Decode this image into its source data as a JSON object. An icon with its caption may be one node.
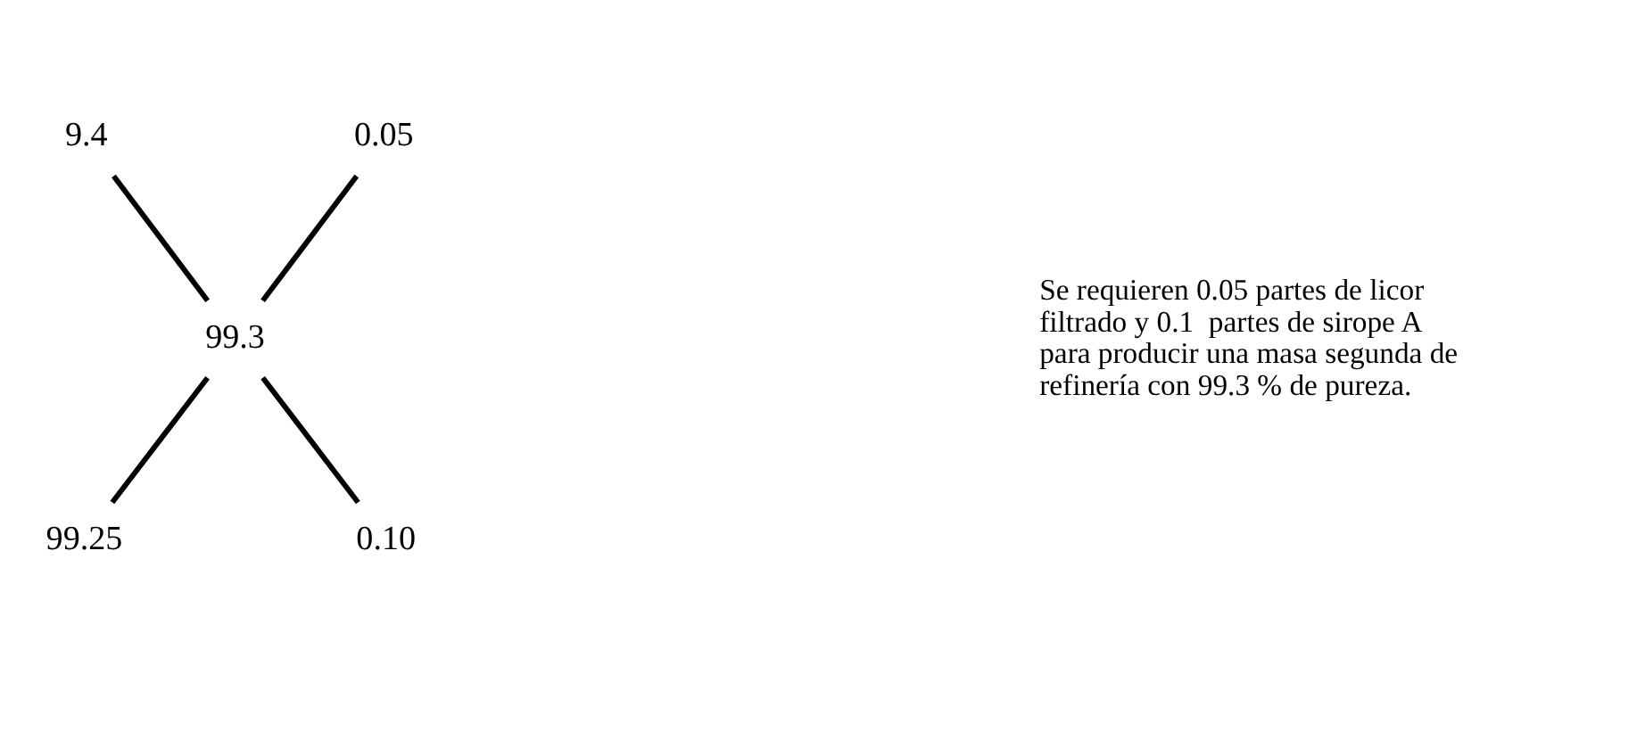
{
  "diagram": {
    "nodes": [
      {
        "text": [
          "9.4"
        ]
      },
      {
        "text": [
          "0.05"
        ]
      },
      {
        "text": [
          "99.3"
        ]
      },
      {
        "text": [
          "99.25"
        ]
      },
      {
        "text": [
          "0.10"
        ]
      }
    ],
    "edges": [
      {
        "from": 0,
        "to": 2,
        "arrow": "none"
      },
      {
        "from": 1,
        "to": 2,
        "arrow": "none"
      },
      {
        "from": 2,
        "to": 3,
        "arrow": "none"
      },
      {
        "from": 2,
        "to": 4,
        "arrow": "none"
      }
    ],
    "labels": [
      "Se requieren 0.05 partes de licor filtrado y 0.1  partes de sirope A para producir una masa segunda de refinería con 99.3 % de pureza."
    ]
  }
}
